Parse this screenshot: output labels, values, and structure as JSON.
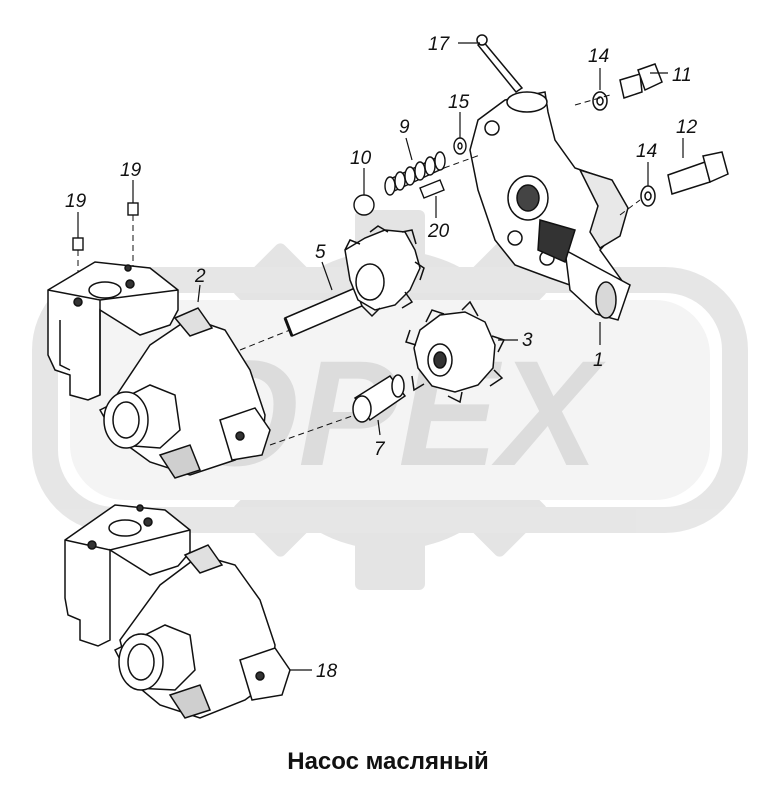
{
  "caption": "Насос масляный",
  "watermark": {
    "text": "OPEX",
    "color": "#d9d9d9"
  },
  "callouts": {
    "c17": "17",
    "c14a": "14",
    "c11": "11",
    "c15": "15",
    "c9": "9",
    "c12": "12",
    "c10": "10",
    "c14b": "14",
    "c19a": "19",
    "c19b": "19",
    "c20": "20",
    "c5": "5",
    "c2": "2",
    "c3": "3",
    "c1": "1",
    "c7": "7",
    "c18": "18"
  },
  "colors": {
    "line": "#111111",
    "part_fill": "#ffffff",
    "shade": "#cfcfcf"
  }
}
